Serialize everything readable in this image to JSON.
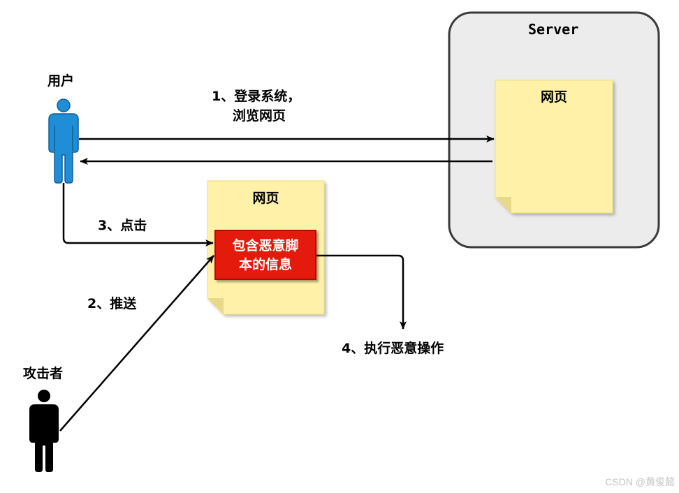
{
  "server": {
    "title": "Server"
  },
  "actors": {
    "user": "用户",
    "attacker": "攻击者"
  },
  "notes": {
    "server_page": "网页",
    "malicious_page": "网页"
  },
  "malicious_content": {
    "line1": "包含恶意脚",
    "line2": "本的信息"
  },
  "steps": {
    "step1_line1": "1、登录系统，",
    "step1_line2": "浏览网页",
    "step2": "2、推送",
    "step3": "3、点击",
    "step4": "4、执行恶意操作"
  },
  "colors": {
    "user_figure": "#1f8ed6",
    "attacker_figure": "#000000",
    "note_fill": "#fff2a8",
    "payload_fill": "#e31a0c",
    "server_fill": "#ececec"
  },
  "watermark": "CSDN @黄俊懿"
}
